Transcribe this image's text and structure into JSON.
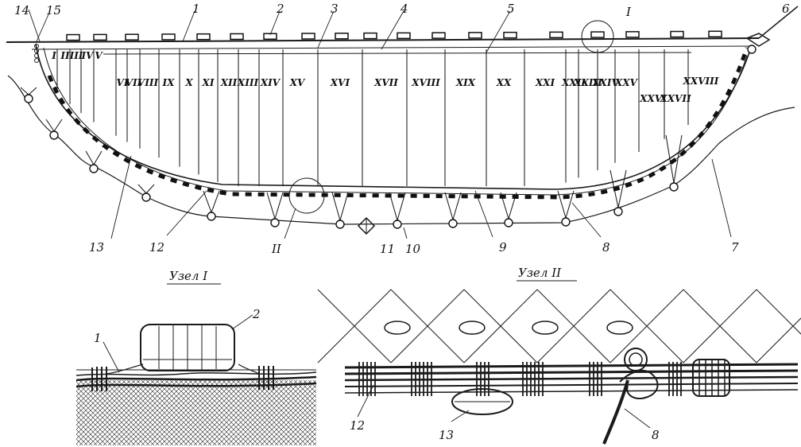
{
  "figure": {
    "roman_sections": [
      "I",
      "II",
      "III",
      "IV",
      "V",
      "VI",
      "VII",
      "VIII",
      "IX",
      "X",
      "XI",
      "XII",
      "XIII",
      "XIV",
      "XV",
      "XVI",
      "XVII",
      "XVIII",
      "XIX",
      "XX",
      "XXI",
      "XXII",
      "XXIII",
      "XXIV",
      "XXV",
      "XXVI",
      "XXVII",
      "XXVIII"
    ],
    "callouts": {
      "n14": "14",
      "n15": "15",
      "n1": "1",
      "n2": "2",
      "n3": "3",
      "n4": "4",
      "n5": "5",
      "nodeI": "I",
      "n6": "6",
      "n13": "13",
      "n12": "12",
      "nodeII": "II",
      "n11": "11",
      "n10": "10",
      "n9": "9",
      "n8": "8",
      "n7": "7"
    },
    "detail_I": {
      "title": "Узел I",
      "label_1": "1",
      "label_2": "2"
    },
    "detail_II": {
      "title": "Узел II",
      "label_12": "12",
      "label_13": "13",
      "label_8": "8"
    }
  }
}
